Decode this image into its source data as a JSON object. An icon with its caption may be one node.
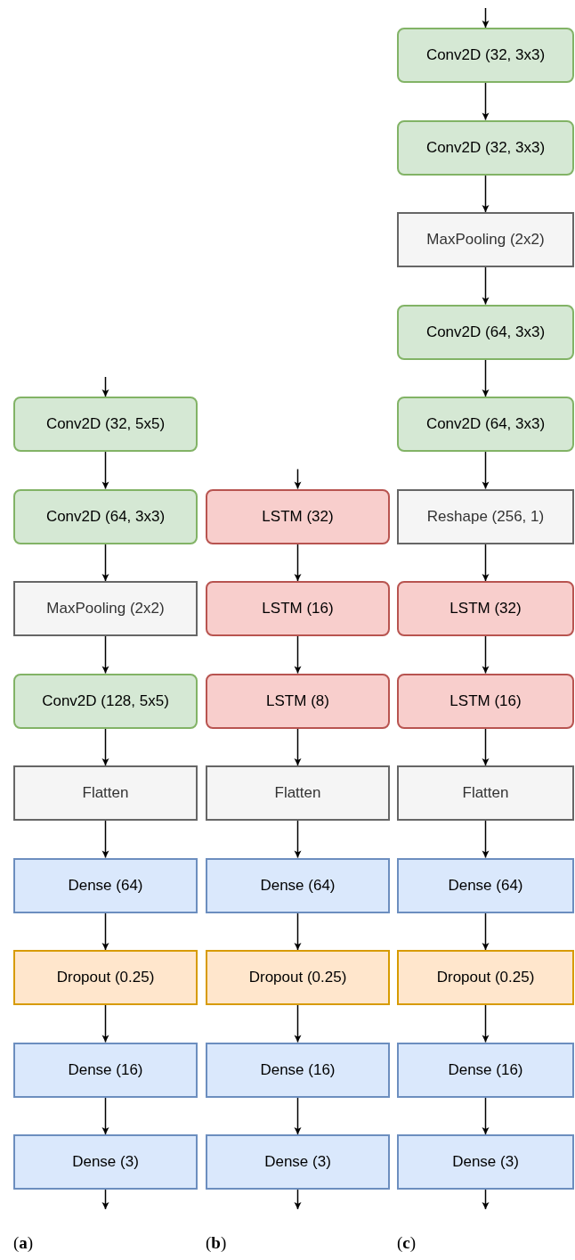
{
  "diagram": {
    "nodes": [
      {
        "text": [
          "Conv2D (32, 5x5)"
        ]
      },
      {
        "text": [
          "Conv2D (64, 3x3)"
        ]
      },
      {
        "text": [
          "MaxPooling (2x2)"
        ]
      },
      {
        "text": [
          "Conv2D (128, 5x5)"
        ]
      },
      {
        "text": [
          "Flatten"
        ]
      },
      {
        "text": [
          "Dense (64)"
        ]
      },
      {
        "text": [
          "Dropout (0.25)"
        ]
      },
      {
        "text": [
          "Dense (16)"
        ]
      },
      {
        "text": [
          "Dense (3)"
        ]
      },
      {
        "text": [
          "LSTM (32)"
        ]
      },
      {
        "text": [
          "LSTM (16)"
        ]
      },
      {
        "text": [
          "LSTM (8)"
        ]
      },
      {
        "text": [
          "Flatten"
        ]
      },
      {
        "text": [
          "Dense (64)"
        ]
      },
      {
        "text": [
          "Dropout (0.25)"
        ]
      },
      {
        "text": [
          "Dense (16)"
        ]
      },
      {
        "text": [
          "Dense (3)"
        ]
      },
      {
        "text": [
          "Conv2D (32, 3x3)"
        ]
      },
      {
        "text": [
          "Conv2D (32, 3x3)"
        ]
      },
      {
        "text": [
          "MaxPooling (2x2)"
        ]
      },
      {
        "text": [
          "Conv2D (64, 3x3)"
        ]
      },
      {
        "text": [
          "Conv2D (64, 3x3)"
        ]
      },
      {
        "text": [
          "Reshape (256, 1)"
        ]
      },
      {
        "text": [
          "LSTM (32)"
        ]
      },
      {
        "text": [
          "LSTM (16)"
        ]
      },
      {
        "text": [
          "Flatten"
        ]
      },
      {
        "text": [
          "Dense (64)"
        ]
      },
      {
        "text": [
          "Dropout (0.25)"
        ]
      },
      {
        "text": [
          "Dense (16)"
        ]
      },
      {
        "text": [
          "Dense (3)"
        ]
      }
    ],
    "edges": [
      {
        "from": null,
        "to": 0,
        "arrow": "to"
      },
      {
        "from": 0,
        "to": 1,
        "arrow": "to"
      },
      {
        "from": 1,
        "to": 2,
        "arrow": "to"
      },
      {
        "from": 2,
        "to": 3,
        "arrow": "to"
      },
      {
        "from": 3,
        "to": 4,
        "arrow": "to"
      },
      {
        "from": 4,
        "to": 5,
        "arrow": "to"
      },
      {
        "from": 5,
        "to": 6,
        "arrow": "to"
      },
      {
        "from": 6,
        "to": 7,
        "arrow": "to"
      },
      {
        "from": 7,
        "to": 8,
        "arrow": "to"
      },
      {
        "from": 8,
        "to": null,
        "arrow": "to"
      },
      {
        "from": null,
        "to": 9,
        "arrow": "to"
      },
      {
        "from": 9,
        "to": 10,
        "arrow": "to"
      },
      {
        "from": 10,
        "to": 11,
        "arrow": "to"
      },
      {
        "from": 11,
        "to": 12,
        "arrow": "to"
      },
      {
        "from": 12,
        "to": 13,
        "arrow": "to"
      },
      {
        "from": 13,
        "to": 14,
        "arrow": "to"
      },
      {
        "from": 14,
        "to": 15,
        "arrow": "to"
      },
      {
        "from": 15,
        "to": 16,
        "arrow": "to"
      },
      {
        "from": 16,
        "to": null,
        "arrow": "to"
      },
      {
        "from": null,
        "to": 17,
        "arrow": "to"
      },
      {
        "from": 17,
        "to": 18,
        "arrow": "to"
      },
      {
        "from": 18,
        "to": 19,
        "arrow": "to"
      },
      {
        "from": 19,
        "to": 20,
        "arrow": "to"
      },
      {
        "from": 20,
        "to": 21,
        "arrow": "to"
      },
      {
        "from": 21,
        "to": 22,
        "arrow": "to"
      },
      {
        "from": 22,
        "to": 23,
        "arrow": "to"
      },
      {
        "from": 23,
        "to": 24,
        "arrow": "to"
      },
      {
        "from": 24,
        "to": 25,
        "arrow": "to"
      },
      {
        "from": 25,
        "to": 26,
        "arrow": "to"
      },
      {
        "from": 26,
        "to": 27,
        "arrow": "to"
      },
      {
        "from": 27,
        "to": 28,
        "arrow": "to"
      },
      {
        "from": 28,
        "to": 29,
        "arrow": "to"
      },
      {
        "from": 29,
        "to": null,
        "arrow": "to"
      }
    ],
    "labels": [
      "(**a**)",
      "(**b**)",
      "(**c**)"
    ]
  }
}
